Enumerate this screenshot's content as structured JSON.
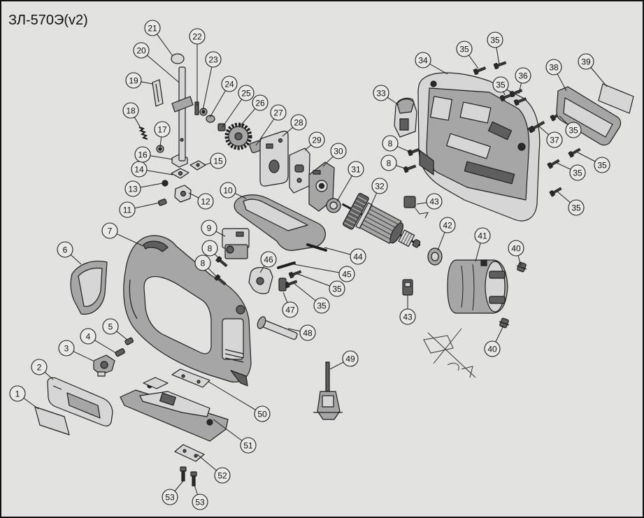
{
  "title": "ЗЛ-570Э(v2)",
  "callouts": [
    "1",
    "2",
    "3",
    "4",
    "5",
    "6",
    "7",
    "8",
    "8",
    "8",
    "8",
    "9",
    "10",
    "11",
    "12",
    "13",
    "14",
    "15",
    "16",
    "17",
    "18",
    "19",
    "20",
    "21",
    "22",
    "23",
    "24",
    "25",
    "26",
    "27",
    "28",
    "29",
    "30",
    "31",
    "32",
    "33",
    "34",
    "35",
    "35",
    "35",
    "35",
    "35",
    "35",
    "35",
    "35",
    "35",
    "36",
    "37",
    "38",
    "39",
    "40",
    "40",
    "41",
    "42",
    "43",
    "43",
    "44",
    "45",
    "46",
    "47",
    "48",
    "49",
    "50",
    "51",
    "52",
    "53",
    "53"
  ]
}
